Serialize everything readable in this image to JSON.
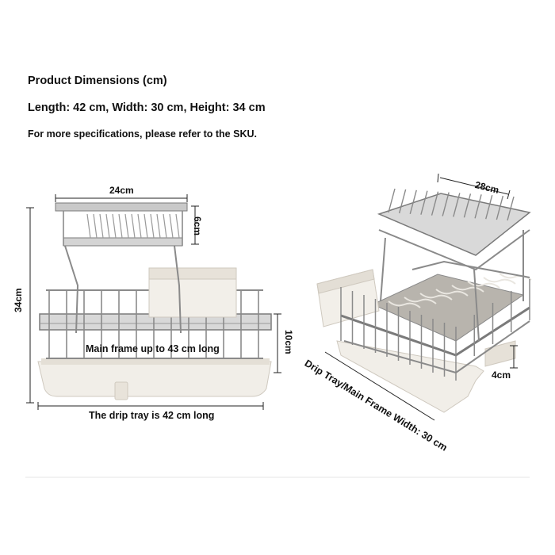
{
  "header": {
    "title": "Product Dimensions (cm)",
    "size_line": "Length: 42 cm, Width: 30 cm, Height: 34 cm",
    "note": "For more specifications, please refer to the SKU."
  },
  "front_view": {
    "top_width": "24cm",
    "top_height": "6cm",
    "total_height": "34cm",
    "tray_height": "10cm",
    "main_frame_note": "Main frame up to 43 cm long",
    "tray_note": "The drip tray is 42 cm long"
  },
  "side_view": {
    "top_width": "28cm",
    "foot_height": "4cm",
    "diagonal_note": "Drip Tray/Main Frame Width: 30 cm"
  },
  "colors": {
    "metal": "#8a8a8a",
    "metal_light": "#c9c9c9",
    "tray": "#f1eee8",
    "tray_shadow": "#d9d4cb",
    "divider": "#e6e6e6"
  }
}
